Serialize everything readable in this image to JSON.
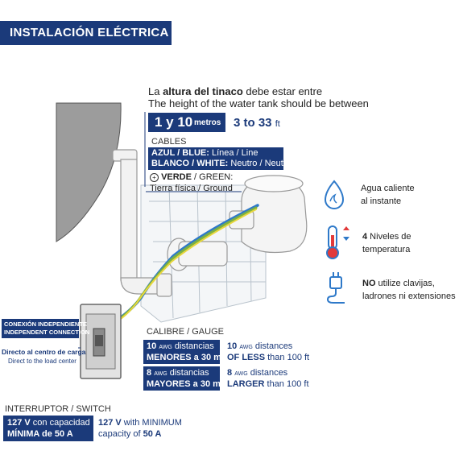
{
  "title": "INSTALACIÓN ELÉCTRICA",
  "height_note": {
    "es_prefix": "La ",
    "es_bold": "altura del tinaco",
    "es_suffix": " debe estar entre",
    "en": "The height of the water tank should be between",
    "es_range_num": "1 y 10",
    "es_range_unit": "metros",
    "en_range": "3 to 33",
    "en_unit": "ft"
  },
  "cables": {
    "heading": "CABLES",
    "blue_bold": "AZUL / BLUE:",
    "blue_text": " Línea / Line",
    "white_bold": "BLANCO / WHITE:",
    "white_text": " Neutro / Neutral",
    "green_bold": "VERDE",
    "green_text": " / GREEN:",
    "ground": "Tierra física / Ground"
  },
  "connection": {
    "es": "CONEXIÓN INDEPENDIENTE",
    "en": "INDEPENDENT CONNECTION",
    "direct_es": "Directo al centro de carga",
    "direct_en": "Direct to the load center"
  },
  "gauge": {
    "heading": "CALIBRE / GAUGE",
    "row1_es_a": "10",
    "row1_es_awg": "AWG",
    "row1_es_b": " distancias",
    "row1_es_c": "MENORES a 30 m",
    "row2_es_a": "8",
    "row2_es_awg": "AWG",
    "row2_es_b": "  distancias",
    "row2_es_c": "MAYORES a 30 m",
    "row1_en_a": "10",
    "row1_en_awg": "AWG",
    "row1_en_b": " distances",
    "row1_en_c": "OF LESS",
    "row1_en_d": " than 100 ft",
    "row2_en_a": "8",
    "row2_en_awg": "AWG",
    "row2_en_b": " distances",
    "row2_en_c": "LARGER",
    "row2_en_d": " than 100 ft"
  },
  "switch": {
    "heading": "INTERRUPTOR / SWITCH",
    "es_line1_a": "127 V",
    "es_line1_b": " con capacidad",
    "es_line2_a": "MÍNIMA de ",
    "es_line2_b": "50 A",
    "en_line1_a": "127 V",
    "en_line1_b": " with MINIMUM",
    "en_line2_a": "capacity of ",
    "en_line2_b": "50 A"
  },
  "features": [
    {
      "icon": "water-drop-icon",
      "line1": "Agua caliente",
      "line2": "al instante"
    },
    {
      "icon": "thermometer-icon",
      "line1_bold": "4",
      "line1": " Niveles de",
      "line2": "temperatura"
    },
    {
      "icon": "plug-icon",
      "line1_bold": "NO",
      "line1": " utilize clavijas,",
      "line2": "ladrones ni extensiones"
    }
  ],
  "colors": {
    "navy": "#1b3a7a",
    "blue_text": "#1b3a7a",
    "wire_blue": "#2e79c9",
    "wire_green": "#7bb043",
    "wire_yellow": "#e8d73c"
  }
}
